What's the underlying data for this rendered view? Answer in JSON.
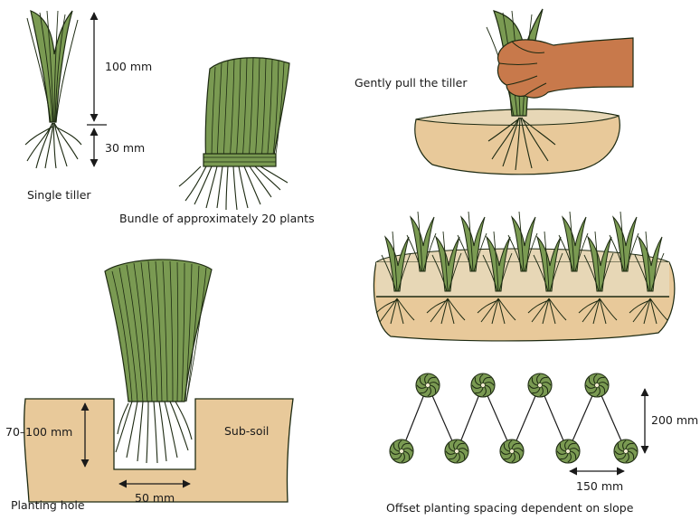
{
  "colors": {
    "leaf": "#7a9a52",
    "leaf_stroke": "#1d2a12",
    "soil": "#e8c99a",
    "soil_dark": "#c79a5f",
    "topsoil": "#e7d7b6",
    "skin": "#c8794b",
    "ink": "#1a1a1a"
  },
  "icons": {
    "tiller": "grass-tiller-icon",
    "bundle": "grass-bundle-icon",
    "hand": "hand-icon",
    "planted_row": "planted-tiller-icon",
    "top_view_plant": "rosette-icon"
  },
  "single_tiller": {
    "caption": "Single tiller",
    "upper_length": "100 mm",
    "root_length": "30 mm"
  },
  "bundle": {
    "caption": "Bundle of approximately 20 plants"
  },
  "pull": {
    "caption": "Gently pull the tiller"
  },
  "planting_hole": {
    "caption": "Planting hole",
    "depth": "70–100 mm",
    "width": "50 mm",
    "subsoil": "Sub-soil"
  },
  "spacing": {
    "caption": "Offset planting spacing dependent on slope",
    "vertical": "200 mm",
    "horizontal": "150 mm"
  }
}
